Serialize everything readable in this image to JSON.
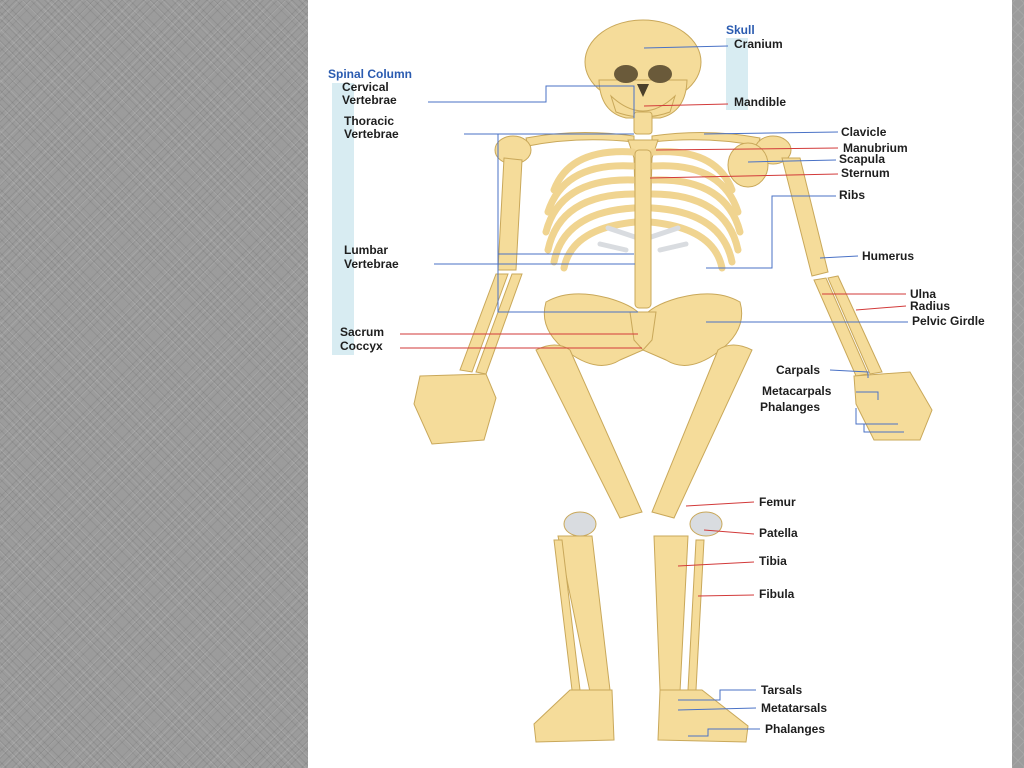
{
  "figure": {
    "groups": {
      "skull": "Skull",
      "spinal_column": "Spinal Column"
    },
    "labels": {
      "cranium": "Cranium",
      "mandible": "Mandible",
      "cervical_1": "Cervical",
      "cervical_2": "Vertebrae",
      "thoracic_1": "Thoracic",
      "thoracic_2": "Vertebrae",
      "lumbar_1": "Lumbar",
      "lumbar_2": "Vertebrae",
      "sacrum": "Sacrum",
      "coccyx": "Coccyx",
      "clavicle": "Clavicle",
      "manubrium": "Manubrium",
      "scapula": "Scapula",
      "sternum": "Sternum",
      "ribs": "Ribs",
      "humerus": "Humerus",
      "ulna": "Ulna",
      "radius": "Radius",
      "pelvic_girdle": "Pelvic Girdle",
      "carpals": "Carpals",
      "metacarpals": "Metacarpals",
      "hand_phalanges": "Phalanges",
      "femur": "Femur",
      "patella": "Patella",
      "tibia": "Tibia",
      "fibula": "Fibula",
      "tarsals": "Tarsals",
      "metatarsals": "Metatarsals",
      "foot_phalanges": "Phalanges"
    },
    "colors": {
      "bone": "#f5dc9a",
      "bone_outline": "#c9a85a",
      "cartilage": "#d9dce0",
      "leader_red": "#d23a3a",
      "leader_blue": "#4a72c6",
      "bracket_fill": "#d8ecf2",
      "heading_blue": "#2a5bb0",
      "background_gray": "#9c9c9c"
    }
  }
}
